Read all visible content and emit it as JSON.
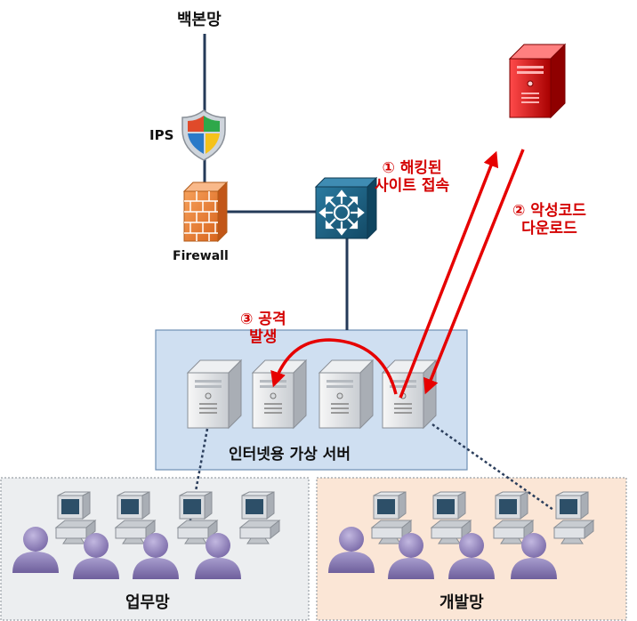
{
  "labels": {
    "backbone": "백본망",
    "ips": "IPS",
    "firewall": "Firewall",
    "step1": [
      "① 해킹된",
      "사이트 접속"
    ],
    "step2": [
      "② 악성코드",
      "다운로드"
    ],
    "step3": [
      "③ 공격",
      "발생"
    ],
    "virtual_servers": "인터넷용 가상 서버",
    "business_net": "업무망",
    "dev_net": "개발망"
  },
  "colors": {
    "attack_arrow": "#e60000",
    "network_line": "#243a58",
    "server_zone_fill": "#cfdff1",
    "business_zone_fill": "#eceef0",
    "dev_zone_fill": "#fbe6d6",
    "malicious_server": "#e01c1c",
    "switch": "#1d5d7e",
    "user_figure": "#8a7cb3"
  },
  "icons": [
    "shield-icon",
    "firewall-icon",
    "switch-icon",
    "malicious-server-icon",
    "server-icon",
    "pc-icon",
    "user-icon"
  ]
}
